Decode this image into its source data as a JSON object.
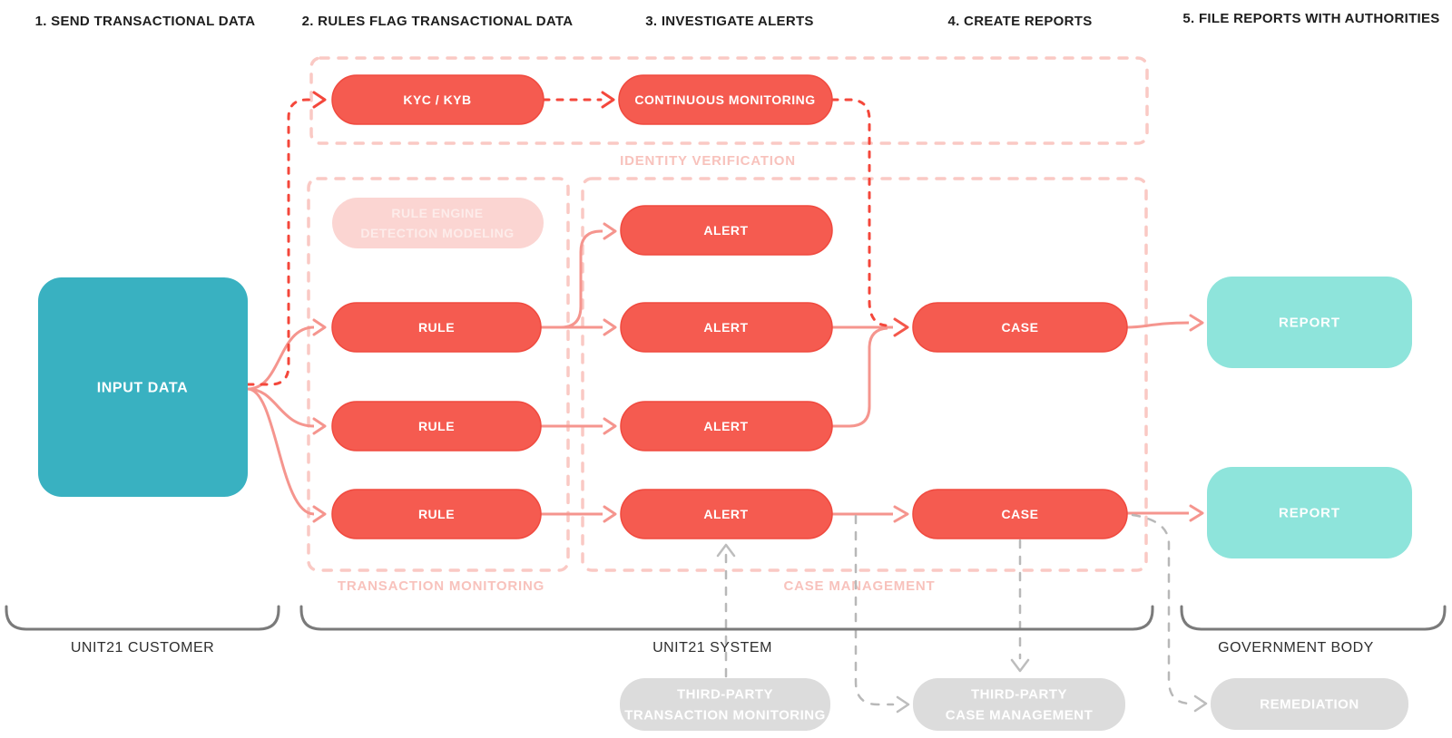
{
  "steps": [
    {
      "label": "1. SEND TRANSACTIONAL DATA"
    },
    {
      "label": "2. RULES FLAG TRANSACTIONAL DATA"
    },
    {
      "label": "3. INVESTIGATE ALERTS"
    },
    {
      "label": "4. CREATE REPORTS"
    },
    {
      "label": "5. FILE REPORTS WITH AUTHORITIES"
    }
  ],
  "containers": {
    "identity_verification": "IDENTITY VERIFICATION",
    "transaction_monitoring": "TRANSACTION MONITORING",
    "case_management": "CASE MANAGEMENT"
  },
  "nodes": {
    "input_data": "INPUT DATA",
    "kyc_kyb": "KYC / KYB",
    "continuous_monitoring": "CONTINUOUS MONITORING",
    "rule_engine": {
      "line1": "RULE ENGINE",
      "line2": "DETECTION MODELING"
    },
    "rules": [
      "RULE",
      "RULE",
      "RULE"
    ],
    "alerts": [
      "ALERT",
      "ALERT",
      "ALERT",
      "ALERT"
    ],
    "cases": [
      "CASE",
      "CASE"
    ],
    "reports": [
      "REPORT",
      "REPORT"
    ],
    "third_party_transaction_monitoring": {
      "line1": "THIRD-PARTY",
      "line2": "TRANSACTION MONITORING"
    },
    "third_party_case_management": {
      "line1": "THIRD-PARTY",
      "line2": "CASE MANAGEMENT"
    },
    "remediation": "REMEDIATION"
  },
  "groups": [
    {
      "label": "UNIT21 CUSTOMER"
    },
    {
      "label": "UNIT21 SYSTEM"
    },
    {
      "label": "GOVERNMENT BODY"
    }
  ],
  "colors": {
    "node_red": "#F55B50",
    "node_red_border": "#F04A3F",
    "node_pink": "#FBD5D2",
    "node_teal": "#39B1C1",
    "node_teal_light": "#8EE4DB",
    "node_gray": "#DCDCDC",
    "container_dash": "#FAC9C4",
    "container_label": "#F8C2BC",
    "arrow_salmon": "#F5958E",
    "arrow_red_dashed": "#F4473B",
    "arrow_gray_dashed": "#B8B8B8",
    "brace": "#7A7A7A",
    "header_text": "#1E1E1E"
  }
}
